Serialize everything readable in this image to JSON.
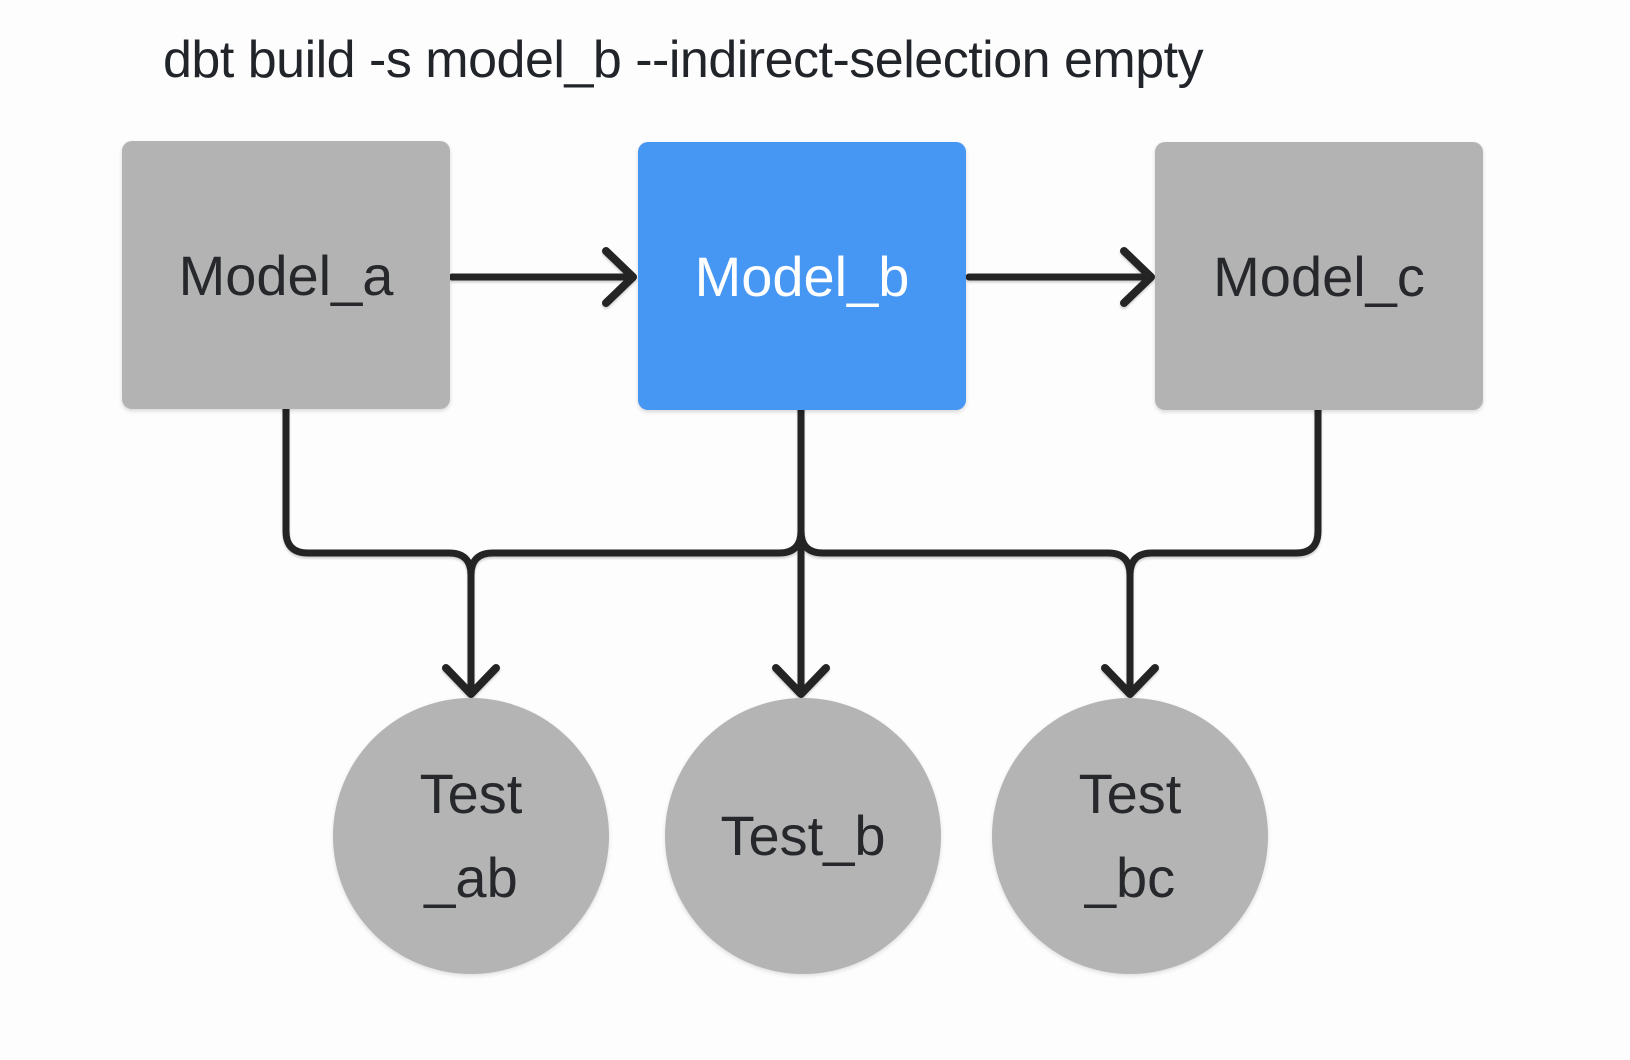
{
  "title": "dbt build -s model_b --indirect-selection empty",
  "colors": {
    "background": "#fdfdfd",
    "node_gray": "#b3b3b3",
    "node_selected_blue": "#4696f3",
    "edge_dark": "#242424",
    "text_dark": "#26282c",
    "text_on_selected": "#ffffff"
  },
  "nodes": {
    "models": [
      {
        "id": "model_a",
        "label": "Model_a",
        "selected": false
      },
      {
        "id": "model_b",
        "label": "Model_b",
        "selected": true
      },
      {
        "id": "model_c",
        "label": "Model_c",
        "selected": false
      }
    ],
    "tests": [
      {
        "id": "test_ab",
        "label_line1": "Test",
        "label_line2": "_ab"
      },
      {
        "id": "test_b",
        "label_line1": "Test_b",
        "label_line2": ""
      },
      {
        "id": "test_bc",
        "label_line1": "Test",
        "label_line2": "_bc"
      }
    ]
  },
  "edges": [
    {
      "from": "model_a",
      "to": "model_b"
    },
    {
      "from": "model_b",
      "to": "model_c"
    },
    {
      "from": "model_a",
      "to": "test_ab"
    },
    {
      "from": "model_b",
      "to": "test_ab"
    },
    {
      "from": "model_b",
      "to": "test_b"
    },
    {
      "from": "model_b",
      "to": "test_bc"
    },
    {
      "from": "model_c",
      "to": "test_bc"
    }
  ]
}
